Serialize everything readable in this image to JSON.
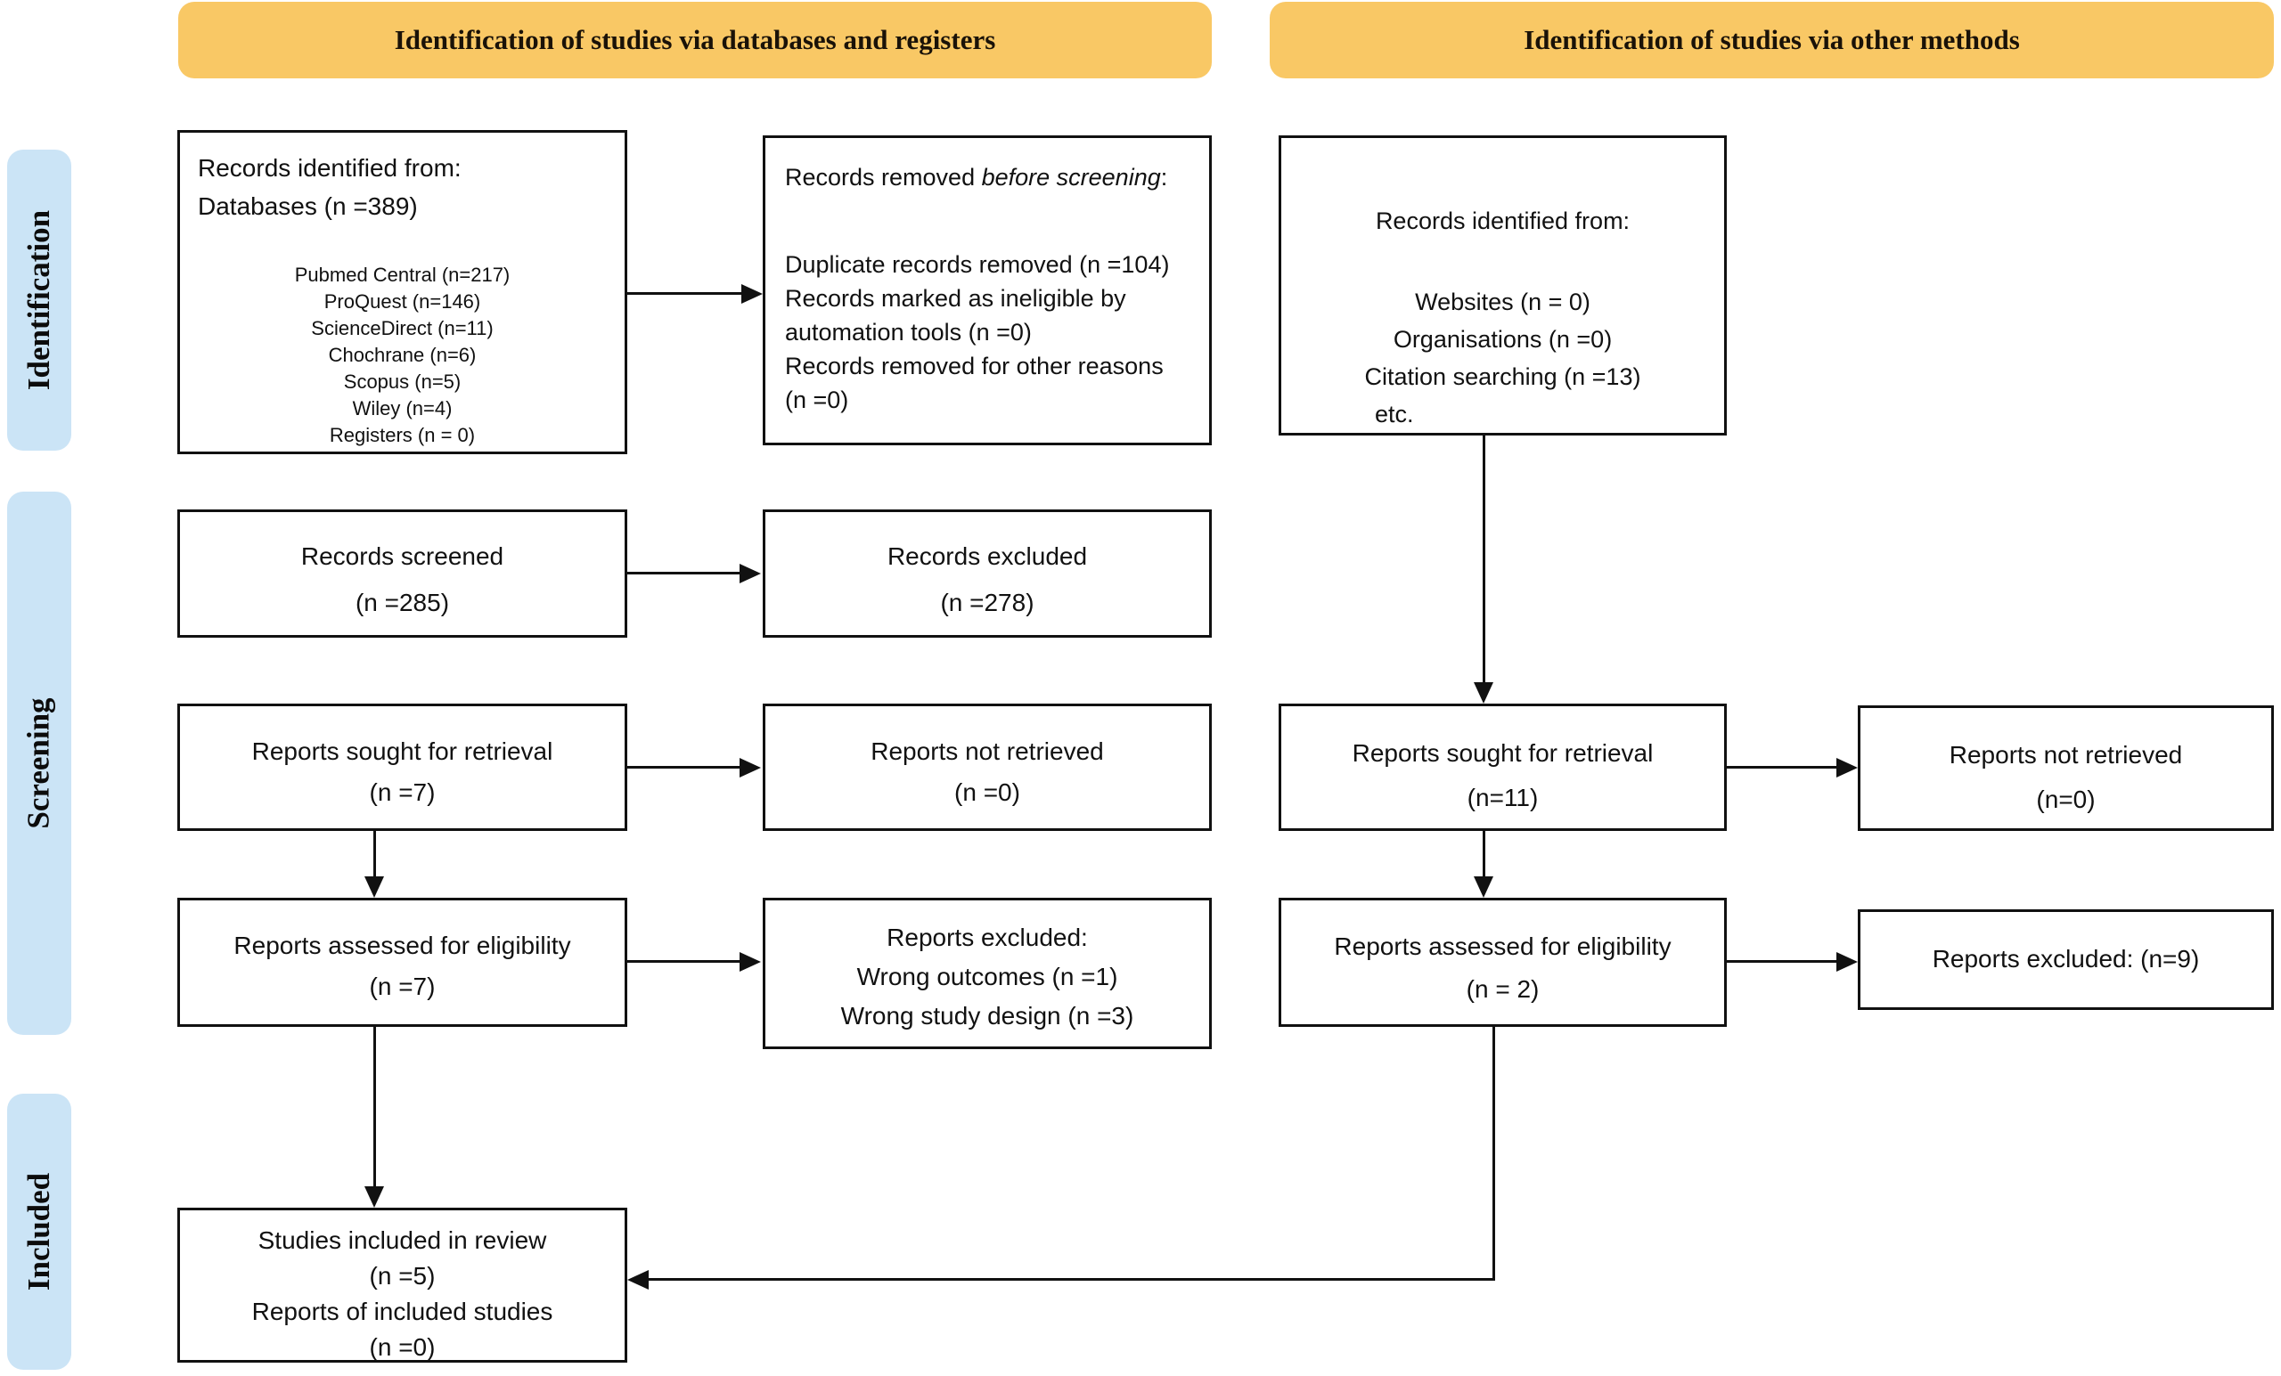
{
  "banners": {
    "left": "Identification of studies via databases and registers",
    "right": "Identification of studies via other methods"
  },
  "sidebar": {
    "identification": "Identification",
    "screening": "Screening",
    "included": "Included"
  },
  "colors": {
    "banner_fill": "#F9C865",
    "sidebar_fill": "#CBE4F6",
    "line": "#111111",
    "box_border": "#111111"
  },
  "boxes": {
    "records_identified_db": {
      "title_line1": "Records identified from:",
      "title_line2": "Databases (n =389)",
      "items": [
        "Pubmed Central (n=217)",
        "ProQuest (n=146)",
        "ScienceDirect (n=11)",
        "Chochrane (n=6)",
        "Scopus (n=5)",
        "Wiley (n=4)",
        "Registers (n = 0)"
      ]
    },
    "records_removed": {
      "title_prefix": "Records removed ",
      "title_italic": "before screening",
      "title_suffix": ":",
      "body": [
        "Duplicate records removed (n =104)",
        "Records marked as ineligible by automation tools (n =0)",
        "Records removed for other reasons (n =0)"
      ]
    },
    "records_identified_other": {
      "title": "Records identified from:",
      "items": [
        "Websites (n = 0)",
        "Organisations (n =0)",
        "Citation searching (n =13)",
        "etc."
      ]
    },
    "records_screened": {
      "line1": "Records screened",
      "line2": "(n =285)"
    },
    "records_excluded": {
      "line1": "Records excluded",
      "line2": "(n =278)"
    },
    "reports_sought_db": {
      "line1": "Reports sought for retrieval",
      "line2": "(n =7)"
    },
    "reports_not_retrieved_db": {
      "line1": "Reports not retrieved",
      "line2": "(n =0)"
    },
    "reports_assessed_db": {
      "line1": "Reports assessed for eligibility",
      "line2": "(n =7)"
    },
    "reports_excluded_db": {
      "line1": "Reports excluded:",
      "line2": "Wrong outcomes (n =1)",
      "line3": "Wrong study design (n =3)"
    },
    "reports_sought_other": {
      "line1": "Reports sought for retrieval",
      "line2": "(n=11)"
    },
    "reports_not_retrieved_other": {
      "line1": "Reports not retrieved",
      "line2": "(n=0)"
    },
    "reports_assessed_other": {
      "line1": "Reports assessed for eligibility",
      "line2": "(n = 2)"
    },
    "reports_excluded_other": {
      "line1": "Reports excluded: (n=9)"
    },
    "studies_included": {
      "line1": "Studies included in review",
      "line2": "(n =5)",
      "line3": "Reports of included studies",
      "line4": "(n =0)"
    }
  }
}
